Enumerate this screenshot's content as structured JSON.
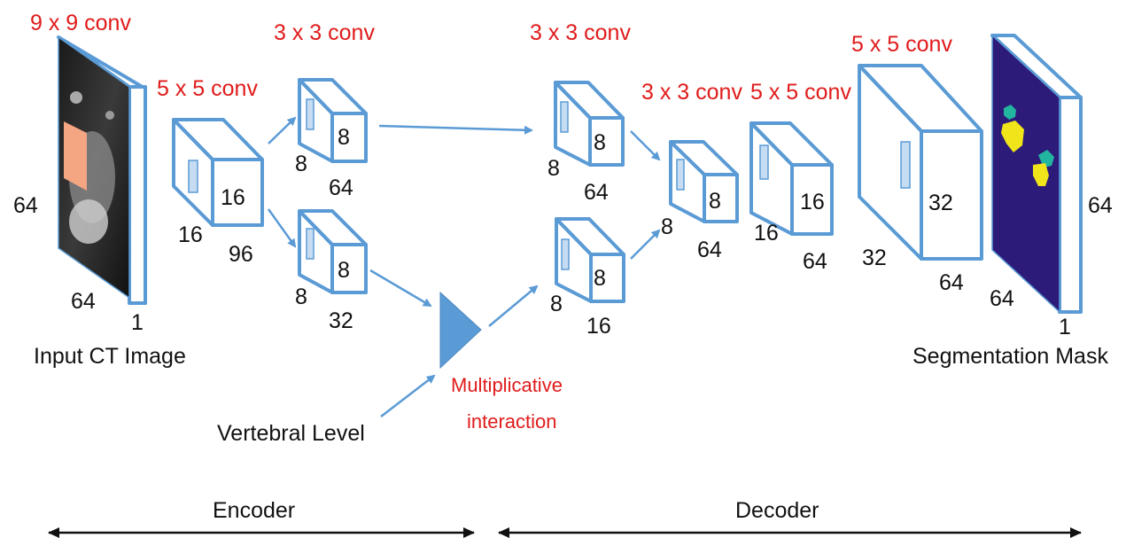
{
  "encoder": {
    "input": {
      "caption": "Input CT Image",
      "height": "64",
      "width": "64",
      "depth": "1",
      "conv": "9 x 9 conv"
    },
    "block1": {
      "conv": "5 x 5 conv",
      "front": "16",
      "left": "16",
      "bottom": "96"
    },
    "block2_top": {
      "conv": "3 x 3 conv",
      "front": "8",
      "left": "8",
      "bottom": "64"
    },
    "block2_bottom": {
      "front": "8",
      "left": "8",
      "bottom": "32"
    },
    "vertebral_label": "Vertebral Level",
    "multiplicative_line1": "Multiplicative",
    "multiplicative_line2": "interaction",
    "section_label": "Encoder"
  },
  "decoder": {
    "top": {
      "conv": "3 x 3 conv",
      "front": "8",
      "left": "8",
      "bottom": "64"
    },
    "bottom": {
      "front": "8",
      "left": "8",
      "bottom": "16"
    },
    "merge": {
      "conv": "3 x 3 conv",
      "front": "8",
      "left": "8",
      "bottom": "64"
    },
    "up1": {
      "conv": "5 x 5 conv",
      "front": "16",
      "left": "16",
      "bottom": "64"
    },
    "up2": {
      "conv": "5 x 5 conv",
      "front": "32",
      "left": "32",
      "bottom": "64"
    },
    "mask": {
      "caption": "Segmentation Mask",
      "height": "64",
      "width": "64",
      "depth": "1"
    },
    "section_label": "Decoder"
  },
  "colors": {
    "cube_stroke": "#5b9bd5",
    "conv_text": "#e01b1b",
    "mask_bg": "#2d1b7a",
    "roi": "#f4a582"
  }
}
